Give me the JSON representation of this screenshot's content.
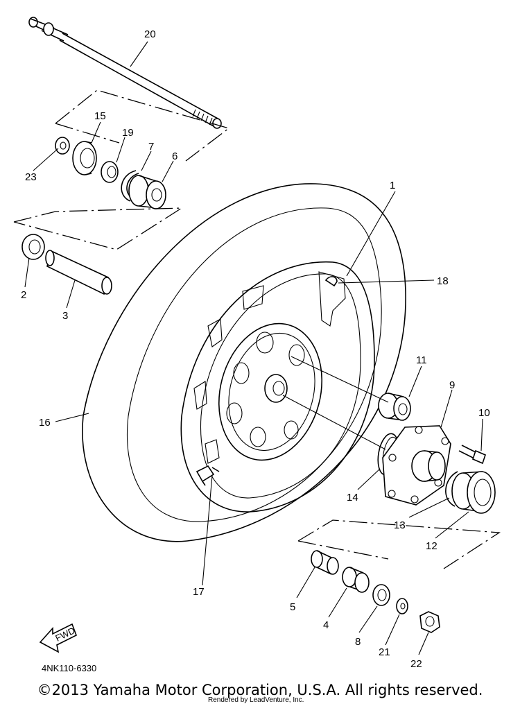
{
  "diagram": {
    "part_numbers": {
      "p1": "1",
      "p2": "2",
      "p3": "3",
      "p4": "4",
      "p5": "5",
      "p6": "6",
      "p7": "7",
      "p8": "8",
      "p9": "9",
      "p10": "10",
      "p11": "11",
      "p12": "12",
      "p13": "13",
      "p14": "14",
      "p15": "15",
      "p16": "16",
      "p17": "17",
      "p18": "18",
      "p19": "19",
      "p20": "20",
      "p21": "21",
      "p22": "22",
      "p23": "23"
    },
    "fwd_label": "FWD",
    "diagram_code": "4NK110-6330"
  },
  "footer": {
    "copyright": "©2013 Yamaha Motor Corporation, U.S.A. All rights reserved.",
    "rendered_by": "Rendered by LeadVenture, Inc."
  }
}
